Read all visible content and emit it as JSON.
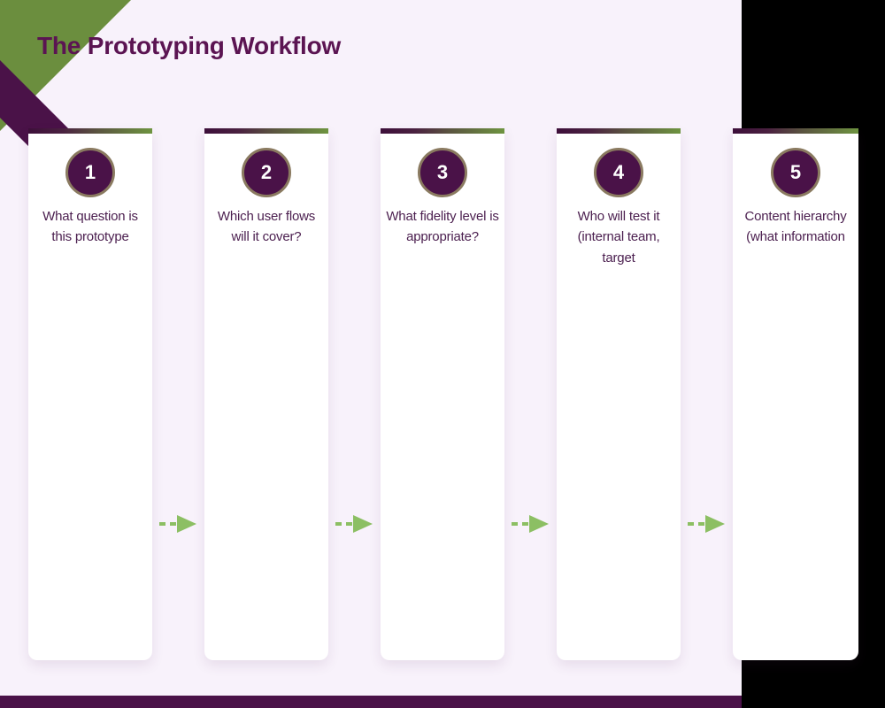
{
  "slide": {
    "title": "The Prototyping Workflow",
    "background_color": "#f8f2fb",
    "accent_purple": "#4a1248",
    "accent_green": "#6b8e3e",
    "title_color": "#5b1452",
    "arrow_color": "#8cbf63"
  },
  "decoration": {
    "corner_green_label": "corner-green-triangle",
    "corner_band_label": "corner-purple-band",
    "footer_band_label": "footer-purple-band"
  },
  "steps": [
    {
      "number": "1",
      "text": "What question is this prototype"
    },
    {
      "number": "2",
      "text": "Which user flows will it cover?"
    },
    {
      "number": "3",
      "text": "What fidelity level is appropriate?"
    },
    {
      "number": "4",
      "text": "Who will test it (internal team, target"
    },
    {
      "number": "5",
      "text": "Content hierarchy (what information"
    }
  ],
  "connectors": [
    {
      "label": "arrow-step-1-to-2"
    },
    {
      "label": "arrow-step-2-to-3"
    },
    {
      "label": "arrow-step-3-to-4"
    },
    {
      "label": "arrow-step-4-to-5"
    }
  ]
}
